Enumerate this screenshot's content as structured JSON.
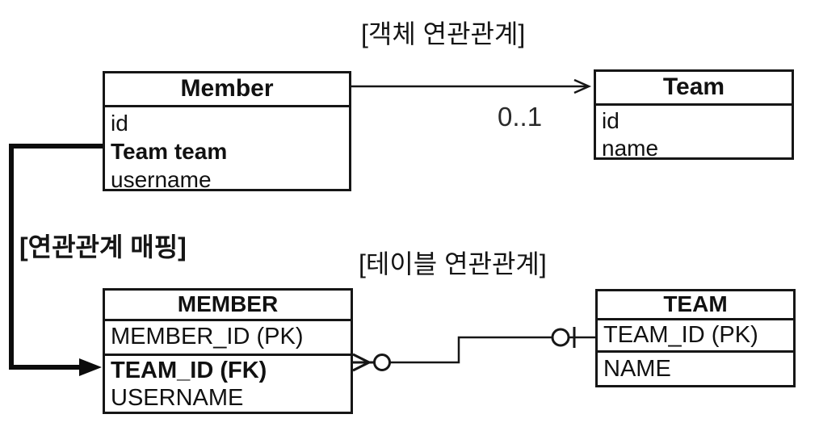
{
  "colors": {
    "line": "#161616",
    "background": "#ffffff",
    "text": "#111111"
  },
  "object_diagram": {
    "title": "[객체 연관관계]",
    "multiplicity": "0..1",
    "member": {
      "title": "Member",
      "fields": [
        "id",
        "Team team",
        "username"
      ]
    },
    "team": {
      "title": "Team",
      "fields": [
        "id",
        "name"
      ]
    }
  },
  "mapping_label": "[연관관계 매핑]",
  "table_diagram": {
    "title": "[테이블 연관관계]",
    "member_table": {
      "title": "MEMBER",
      "pk_column": "MEMBER_ID (PK)",
      "fk_column": "TEAM_ID (FK)",
      "other_column": "USERNAME"
    },
    "team_table": {
      "title": "TEAM",
      "pk_column": "TEAM_ID (PK)",
      "other_column": "NAME"
    }
  },
  "connectors": {
    "object_association": "arrow-member-to-team",
    "mapping": "thick-arrow-team-field-to-fk",
    "table_association": "crow-foot-zero-or-many-to-zero-or-one"
  }
}
